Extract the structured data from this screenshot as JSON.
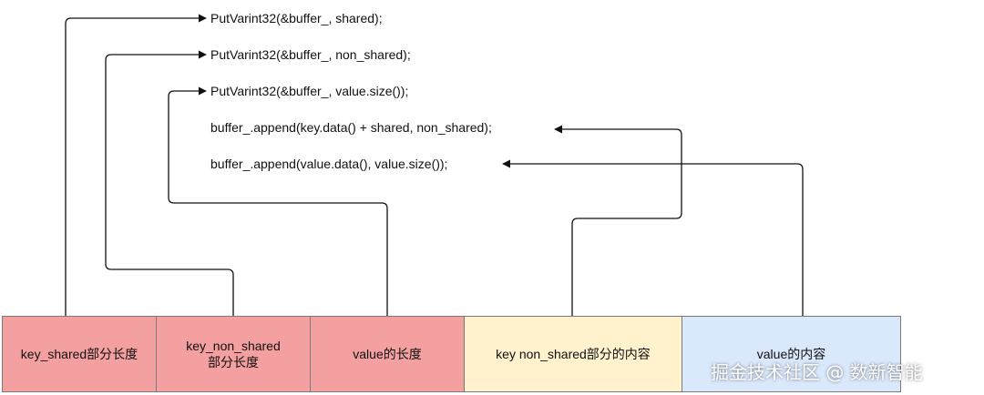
{
  "code_lines": [
    "PutVarint32(&buffer_, shared);",
    "PutVarint32(&buffer_, non_shared);",
    "PutVarint32(&buffer_, value.size());",
    "buffer_.append(key.data() + shared, non_shared);",
    "buffer_.append(value.data(), value.size());"
  ],
  "fields": [
    {
      "line1": "key_shared部分长度",
      "line2": "",
      "color": "#f4a0a0"
    },
    {
      "line1": "key_non_shared",
      "line2": "部分长度",
      "color": "#f4a0a0"
    },
    {
      "line1": "value的长度",
      "line2": "",
      "color": "#f4a0a0"
    },
    {
      "line1": "key non_shared部分的内容",
      "line2": "",
      "color": "#fff2cc"
    },
    {
      "line1": "value的内容",
      "line2": "",
      "color": "#dae8fc"
    }
  ],
  "watermark": "掘金技术社区 @ 数新智能"
}
